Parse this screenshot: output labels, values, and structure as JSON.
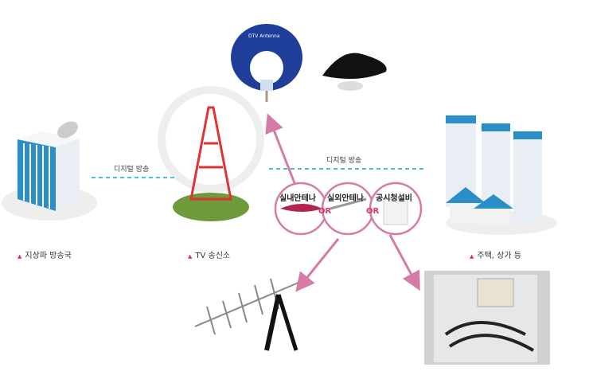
{
  "flows": {
    "left": "디지털 방송",
    "right": "디지털 방송"
  },
  "nodes": {
    "station": "지상파 방송국",
    "transmitter": "TV 송신소",
    "homes": "주택, 상가 등"
  },
  "options": [
    {
      "label": "실내안테나"
    },
    {
      "label": "실외안테나"
    },
    {
      "label": "공시청설비"
    }
  ],
  "or_label": "OR",
  "indoor_antenna_text": "DTV Antenna",
  "colors": {
    "accent": "#d9346f",
    "arrow": "#d77aa6",
    "flow": "#4bbfd0",
    "blue": "#1f3e9a"
  }
}
